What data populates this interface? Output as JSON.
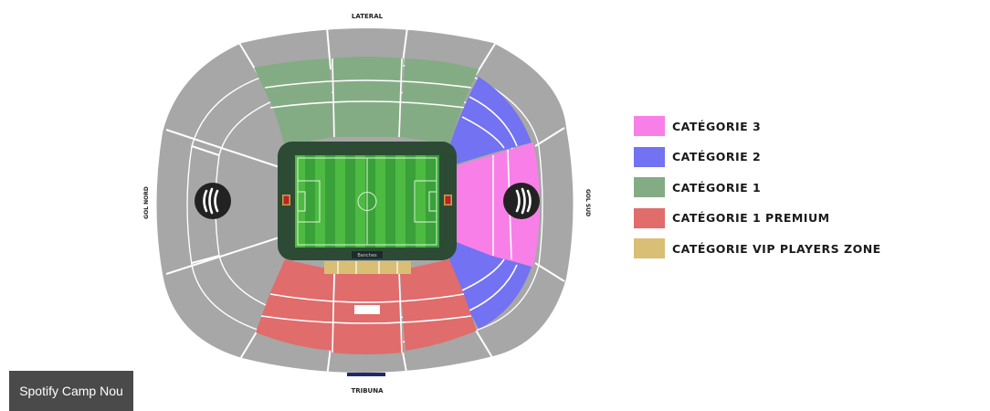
{
  "venue": {
    "name": "Spotify Camp Nou"
  },
  "stadium_labels": {
    "top": "LATERAL",
    "bottom": "TRIBUNA",
    "left": "GOL NORD",
    "right": "GOL SUD",
    "benches": "Banches"
  },
  "colors": {
    "cat3": "#f97fe8",
    "cat2": "#7272f2",
    "cat1": "#84ac84",
    "cat1_premium": "#e06c6c",
    "vip": "#d9be75",
    "unavailable": "#a7a7a7",
    "pitch_border": "#2d4a35",
    "pitch": "#3aa03a"
  },
  "legend": [
    {
      "label": "CATÉGORIE 3",
      "color": "#f97fe8"
    },
    {
      "label": "CATÉGORIE 2",
      "color": "#7272f2"
    },
    {
      "label": "CATÉGORIE 1",
      "color": "#84ac84"
    },
    {
      "label": "CATÉGORIE 1 PREMIUM",
      "color": "#e06c6c"
    },
    {
      "label": "CATÉGORIE VIP PLAYERS ZONE",
      "color": "#d9be75"
    }
  ],
  "icons": {
    "left_logo": "spotify-icon",
    "right_logo": "spotify-icon",
    "crests": "club-crest-icon"
  }
}
